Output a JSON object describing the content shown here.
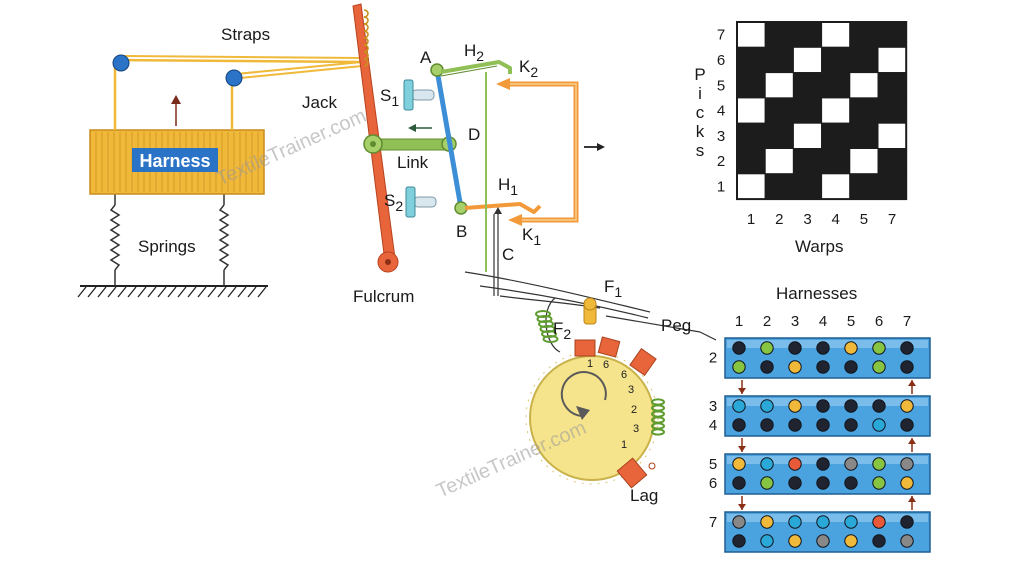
{
  "labels": {
    "straps": "Straps",
    "jack": "Jack",
    "harness": "Harness",
    "springs": "Springs",
    "fulcrum": "Fulcrum",
    "link": "Link",
    "A": "A",
    "B": "B",
    "C": "C",
    "D": "D",
    "H2_main": "H",
    "H2_sub": "2",
    "H1_main": "H",
    "H1_sub": "1",
    "K2_main": "K",
    "K2_sub": "2",
    "K1_main": "K",
    "K1_sub": "1",
    "S1_main": "S",
    "S1_sub": "1",
    "S2_main": "S",
    "S2_sub": "2",
    "F1_main": "F",
    "F1_sub": "1",
    "F2_main": "F",
    "F2_sub": "2",
    "peg": "Peg",
    "lag": "Lag",
    "harnesses": "Harnesses",
    "picks": "Picks",
    "warps": "Warps"
  },
  "watermark": "TextileTrainer.com",
  "weave_grid": {
    "rows": 7,
    "cols": 6,
    "row_labels": [
      "7",
      "6",
      "5",
      "4",
      "3",
      "2",
      "1"
    ],
    "col_labels": [
      "1",
      "2",
      "3",
      "4",
      "5",
      "7"
    ],
    "white_cells": [
      [
        0,
        0
      ],
      [
        0,
        3
      ],
      [
        1,
        2
      ],
      [
        1,
        5
      ],
      [
        2,
        1
      ],
      [
        2,
        4
      ],
      [
        3,
        0
      ],
      [
        3,
        3
      ],
      [
        4,
        2
      ],
      [
        4,
        5
      ],
      [
        5,
        1
      ],
      [
        5,
        4
      ],
      [
        6,
        0
      ],
      [
        6,
        3
      ]
    ]
  },
  "drum_numbers": [
    "1",
    "6",
    "6",
    "3",
    "2",
    "3",
    "1"
  ],
  "harness_panel": {
    "col_labels": [
      "1",
      "2",
      "3",
      "4",
      "5",
      "6",
      "7"
    ],
    "row_labels": [
      "2",
      "3",
      "4",
      "5",
      "6",
      "7"
    ],
    "colors": {
      "d": "#1f2430",
      "g": "#86c442",
      "y": "#f0b93a",
      "b": "#2aa8d8",
      "r": "#e8593a",
      "h": "#888888"
    },
    "bars": [
      [
        "dgddygd",
        "gdyddgd"
      ],
      [
        "bbydddy",
        "dddddbd"
      ],
      [
        "ybrdhgh",
        "dgdddgy"
      ],
      [
        "hybbbrd",
        "dbyhydh"
      ]
    ]
  },
  "colors": {
    "jack": "#e8643a",
    "harness": "#f0b93a",
    "link": "#8fbf55",
    "blue_lever": "#3c8fd6",
    "orange_wire": "#f29a3a",
    "green_wire": "#8fbf55",
    "drum": "#f6e48c",
    "lag": "#e8643a",
    "panel": "#4aa3df"
  }
}
